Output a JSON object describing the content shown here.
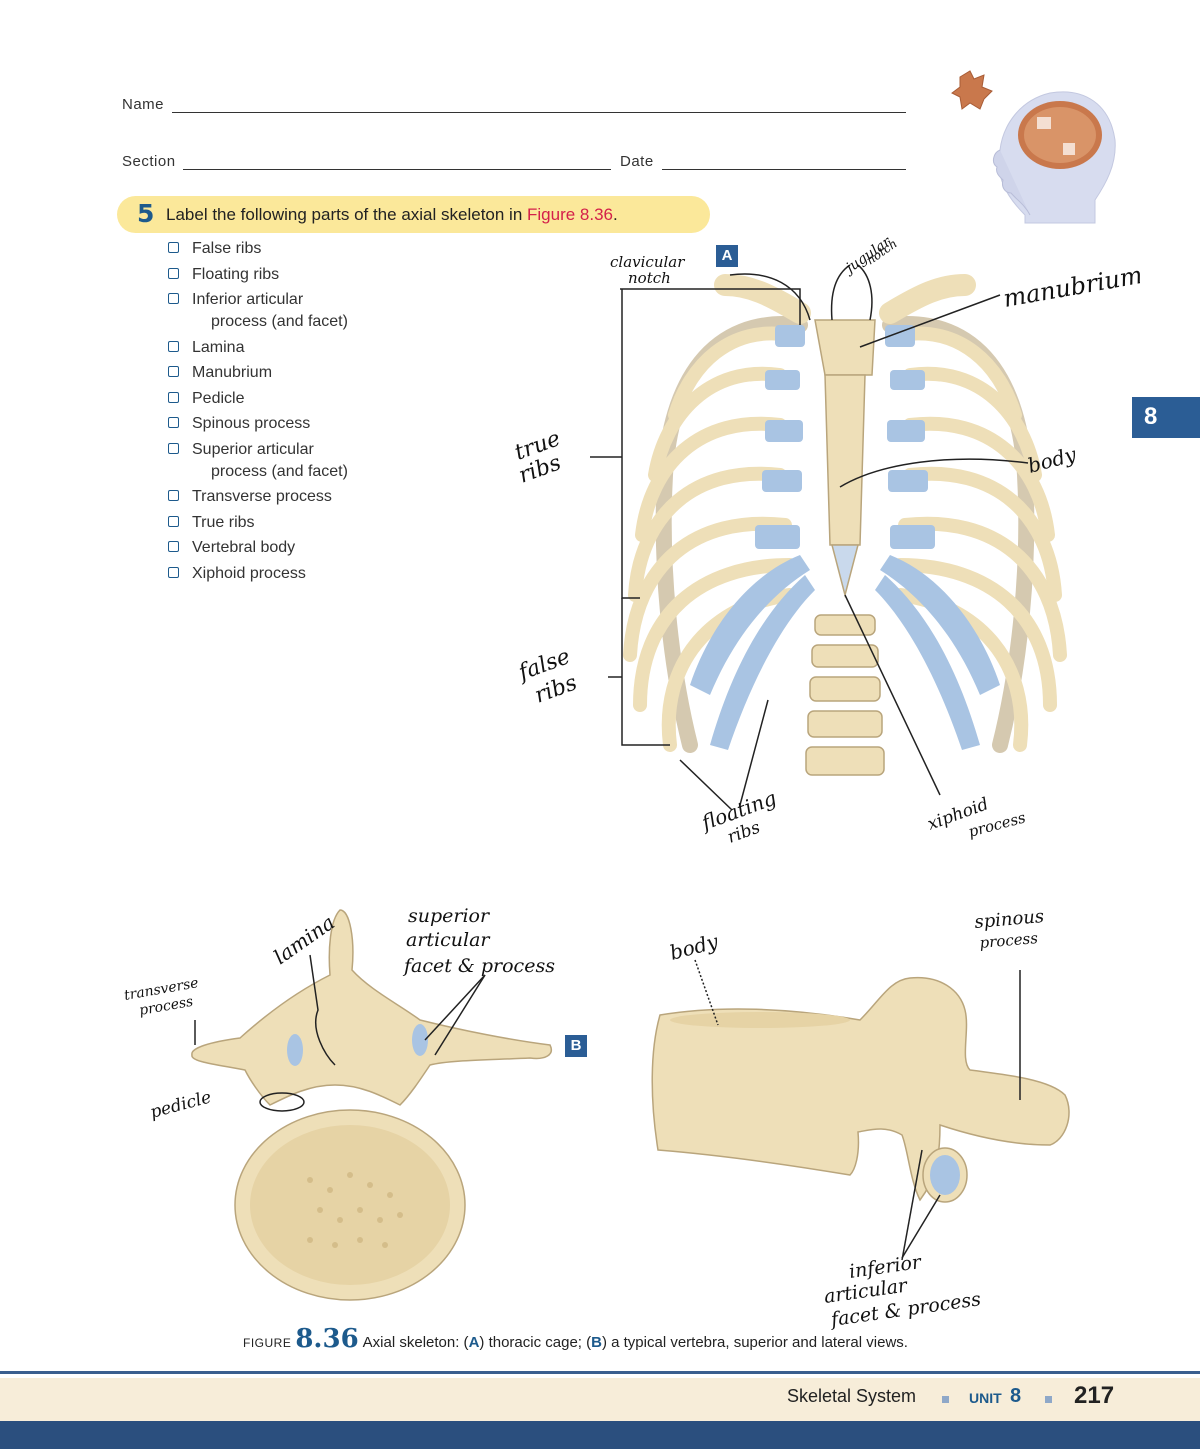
{
  "header": {
    "name_label": "Name",
    "section_label": "Section",
    "date_label": "Date"
  },
  "task": {
    "number": "5",
    "text_before": "Label the following parts of the axial skeleton in ",
    "figure_ref": "Figure 8.36",
    "text_after": "."
  },
  "checklist": [
    {
      "line1": "False ribs",
      "line2": ""
    },
    {
      "line1": "Floating ribs",
      "line2": ""
    },
    {
      "line1": "Inferior articular",
      "line2": "process (and facet)"
    },
    {
      "line1": "Lamina",
      "line2": ""
    },
    {
      "line1": "Manubrium",
      "line2": ""
    },
    {
      "line1": "Pedicle",
      "line2": ""
    },
    {
      "line1": "Spinous process",
      "line2": ""
    },
    {
      "line1": "Superior articular",
      "line2": "process (and facet)"
    },
    {
      "line1": "Transverse process",
      "line2": ""
    },
    {
      "line1": "True ribs",
      "line2": ""
    },
    {
      "line1": "Vertebral body",
      "line2": ""
    },
    {
      "line1": "Xiphoid process",
      "line2": ""
    }
  ],
  "side_tab": "8",
  "figure_labels": {
    "a": "A",
    "b": "B"
  },
  "handwritten": {
    "clavicular_1": "clavicular",
    "clavicular_2": "notch",
    "jugular_1": "jugular",
    "jugular_2": "notch",
    "manubrium": "manubrium",
    "true_1": "true",
    "true_2": "ribs",
    "body_sternum": "body",
    "false_1": "false",
    "false_2": "ribs",
    "floating_1": "floating",
    "floating_2": "ribs",
    "xiphoid_1": "xiphoid",
    "xiphoid_2": "process",
    "transverse_1": "transverse",
    "transverse_2": "process",
    "lamina": "lamina",
    "superior_1": "superior",
    "superior_2": "articular",
    "superior_3": "facet & process",
    "pedicle": "pedicle",
    "body_vert": "body",
    "spinous_1": "spinous",
    "spinous_2": "process",
    "inferior_1": "inferior",
    "inferior_2": "articular",
    "inferior_3": "facet & process"
  },
  "caption": {
    "figure_word": "FIGURE",
    "figure_number": "8.36",
    "text_1": "Axial skeleton: (",
    "a": "A",
    "text_2": ") thoracic cage; (",
    "b": "B",
    "text_3": ") a typical vertebra, superior and lateral views."
  },
  "footer": {
    "chapter": "Skeletal System",
    "unit_word": "UNIT",
    "unit_num": "8",
    "page": "217"
  },
  "colors": {
    "bone": "#eedfb8",
    "bone_outline": "#b9a57c",
    "cartilage": "#a9c4e3",
    "accent_blue": "#1d5a8c",
    "highlight": "#fbe89a"
  }
}
